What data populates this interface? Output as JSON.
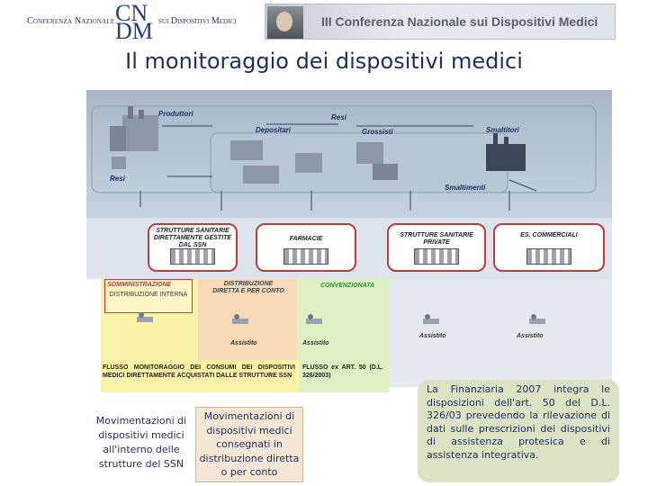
{
  "header": {
    "logo_left_text": "Conferenza Nazionale",
    "logo_mark_top": "CN",
    "logo_mark_bottom": "DM",
    "logo_right_text": "sui Dispositivi Medici",
    "banner_text": "III Conferenza Nazionale sui Dispositivi Medici"
  },
  "title": "Il monitoraggio dei dispositivi medici",
  "diagram": {
    "top_labels": {
      "produttori": "Produttori",
      "resi_top": "Resi",
      "depositari": "Depositari",
      "grossisti": "Grossisti",
      "smaltitori": "Smaltitori",
      "resi_left": "Resi",
      "smaltimenti": "Smaltimenti"
    },
    "structures": [
      {
        "label": "STRUTTURE SANITARIE DIRETTAMENTE GESTITE DAL SSN"
      },
      {
        "label": "FARMACIE"
      },
      {
        "label": "STRUTTURE SANITARIE PRIVATE"
      },
      {
        "label": "ES. COMMERCIALI"
      }
    ],
    "somministrazione": "SOMMINISTRAZIONE",
    "distribuzione_interna": "DISTRIBUZIONE INTERNA",
    "distribuzione_diretta": "DISTRIBUZIONE DIRETTA E PER CONTO",
    "convenzionata": "CONVENZIONATA",
    "assistito": "Assistito",
    "flusso_left": "FLUSSO MONITORAGGIO DEI CONSUMI DEI DISPOSITIVI MEDICI DIRETTAMENTE ACQUISTATI DALLE STRUTTURE SSN",
    "flusso_right": "FLUSSO ex ART. 50 (D.L. 326/2003)"
  },
  "captions": {
    "left": "Movimentazioni di dispositivi medici all'interno delle strutture del SSN",
    "right": "Movimentazioni di dispositivi medici consegnati in distribuzione diretta o per conto"
  },
  "note": "La Finanziaria 2007 integra le disposizioni dell'art. 50 del D.L. 326/03 prevedendo la rilevazione di dati sulle prescrizioni dei dispositivi di assistenza protesica e di assistenza integrativa.",
  "colors": {
    "title": "#1f2e5e",
    "structure_border": "#c23a3a",
    "convenzionata": "#2e8b3a",
    "note_bg": "#dbe3c4"
  }
}
